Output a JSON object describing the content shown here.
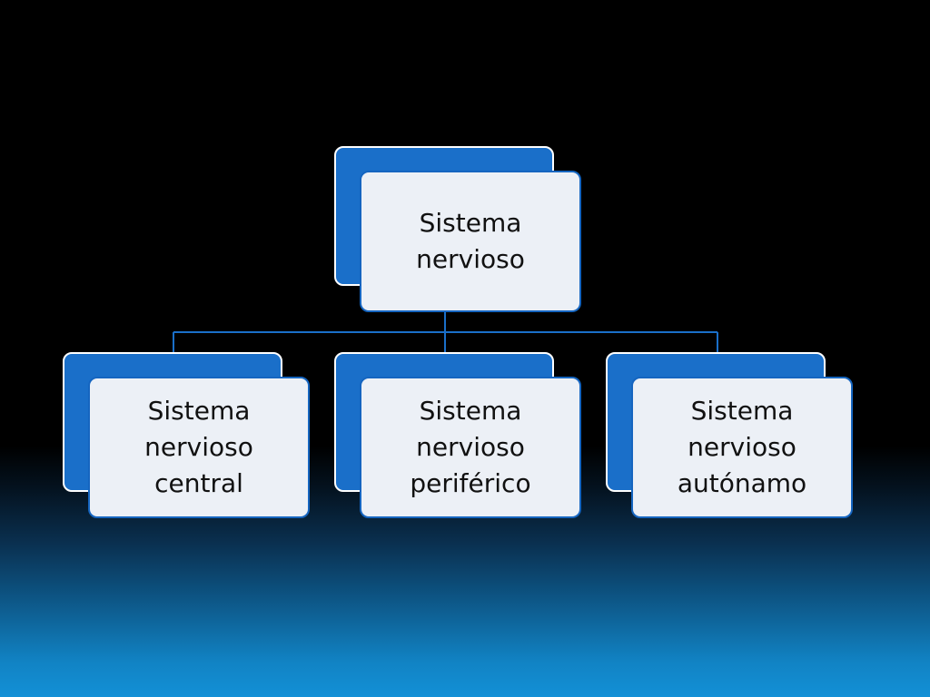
{
  "diagram": {
    "root": {
      "label": "Sistema\nnervioso"
    },
    "children": [
      {
        "label": "Sistema\nnervioso\ncentral"
      },
      {
        "label": "Sistema\nnervioso\nperiférico"
      },
      {
        "label": "Sistema\nnervioso\nautónamo"
      }
    ]
  },
  "colors": {
    "back_box": "#1a6fc9",
    "front_box": "#ecf0f6",
    "front_border": "#1565c0",
    "connector": "#1a6fc9",
    "text": "#111111"
  }
}
